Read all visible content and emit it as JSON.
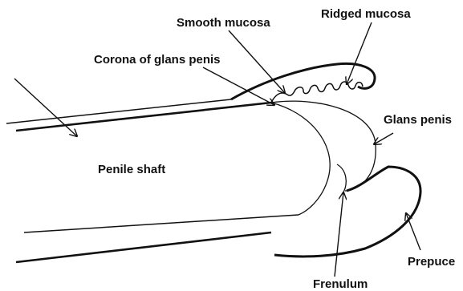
{
  "labels": {
    "ridged_mucosa": "Ridged mucosa",
    "smooth_mucosa": "Smooth mucosa",
    "corona": "Corona of glans penis",
    "glans": "Glans penis",
    "shaft": "Penile shaft",
    "prepuce": "Prepuce",
    "frenulum": "Frenulum"
  },
  "colors": {
    "ink": "#111111",
    "background": "#ffffff"
  }
}
